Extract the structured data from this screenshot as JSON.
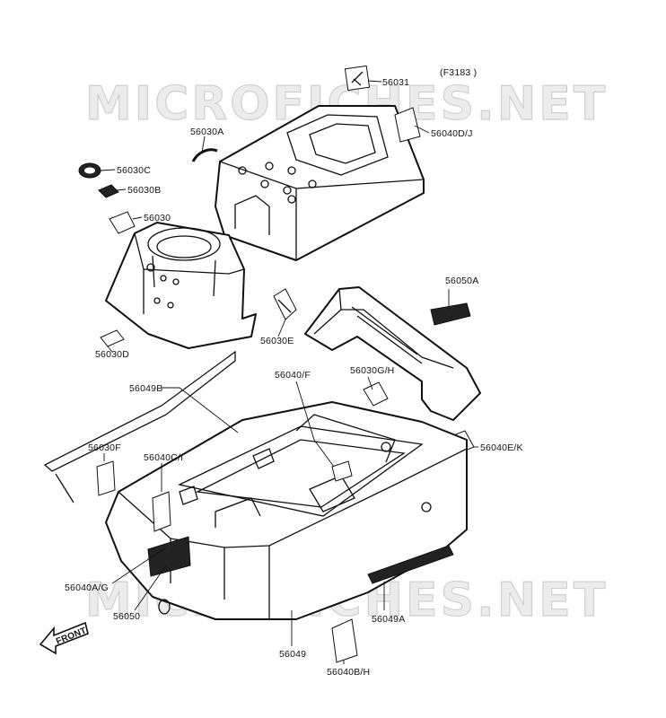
{
  "figure_code": "(F3183 )",
  "watermark": "MICROFICHES.NET",
  "front_label": "FRONT",
  "callouts": [
    {
      "id": "56031",
      "text": "56031"
    },
    {
      "id": "56040dj",
      "text": "56040D/J"
    },
    {
      "id": "56030a",
      "text": "56030A"
    },
    {
      "id": "56030c",
      "text": "56030C"
    },
    {
      "id": "56030b",
      "text": "56030B"
    },
    {
      "id": "56030",
      "text": "56030"
    },
    {
      "id": "56050a",
      "text": "56050A"
    },
    {
      "id": "56030e",
      "text": "56030E"
    },
    {
      "id": "56030d",
      "text": "56030D"
    },
    {
      "id": "56049b",
      "text": "56049B"
    },
    {
      "id": "56040f",
      "text": "56040/F"
    },
    {
      "id": "56030gh",
      "text": "56030G/H"
    },
    {
      "id": "56040ek",
      "text": "56040E/K"
    },
    {
      "id": "56030f",
      "text": "56030F"
    },
    {
      "id": "56040ci",
      "text": "56040C/I"
    },
    {
      "id": "56040ag",
      "text": "56040A/G"
    },
    {
      "id": "56050",
      "text": "56050"
    },
    {
      "id": "56049a",
      "text": "56049A"
    },
    {
      "id": "56049",
      "text": "56049"
    },
    {
      "id": "56040bh",
      "text": "56040B/H"
    }
  ]
}
